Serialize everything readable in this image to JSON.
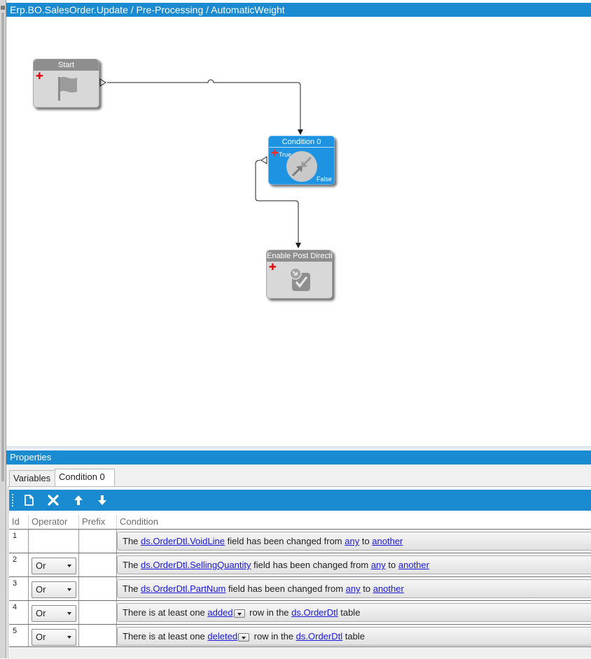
{
  "window": {
    "title": "Erp.BO.SalesOrder.Update / Pre-Processing / AutomaticWeight"
  },
  "colors": {
    "accent": "#1a8bd0",
    "condition_node": "#1e93e2",
    "gray_node": "#8e8e8e",
    "link": "#1b19d8",
    "plus_marker": "#e01010"
  },
  "workflow": {
    "nodes": [
      {
        "title": "Start",
        "icon": "flag-icon"
      },
      {
        "title": "Condition 0",
        "icon": "condition-arrows-icon",
        "true_label": "True",
        "false_label": "False"
      },
      {
        "title": "Enable Post Directi",
        "icon": "enable-check-icon"
      }
    ]
  },
  "properties": {
    "header": "Properties",
    "tabs": [
      {
        "label": "Variables",
        "active": false
      },
      {
        "label": "Condition 0",
        "active": true
      }
    ],
    "toolbar": {
      "buttons": [
        "new-icon",
        "delete-icon",
        "move-up-icon",
        "move-down-icon"
      ]
    },
    "columns": [
      "Id",
      "Operator",
      "Prefix",
      "Condition"
    ],
    "rows": [
      {
        "id": "1",
        "operator": "",
        "prefix": "",
        "cond": {
          "pre": "The ",
          "field": "ds.OrderDtl.VoidLine",
          "mid": " field has been changed from ",
          "from": "any",
          "to_word": " to ",
          "to": "another"
        }
      },
      {
        "id": "2",
        "operator": "Or",
        "prefix": "",
        "cond": {
          "pre": "The ",
          "field": "ds.OrderDtl.SellingQuantity",
          "mid": " field has been changed from ",
          "from": "any",
          "to_word": " to ",
          "to": "another"
        }
      },
      {
        "id": "3",
        "operator": "Or",
        "prefix": "",
        "cond": {
          "pre": "The ",
          "field": "ds.OrderDtl.PartNum",
          "mid": " field has been changed from ",
          "from": "any",
          "to_word": " to ",
          "to": "another"
        }
      },
      {
        "id": "4",
        "operator": "Or",
        "prefix": "",
        "cond": {
          "pre": "There is at least one ",
          "kind": "added",
          "mid": " row in the ",
          "table": "ds.OrderDtl",
          "post": " table"
        }
      },
      {
        "id": "5",
        "operator": "Or",
        "prefix": "",
        "cond": {
          "pre": "There is at least one ",
          "kind": "deleted",
          "mid": " row in the ",
          "table": "ds.OrderDtl",
          "post": " table"
        }
      }
    ]
  }
}
